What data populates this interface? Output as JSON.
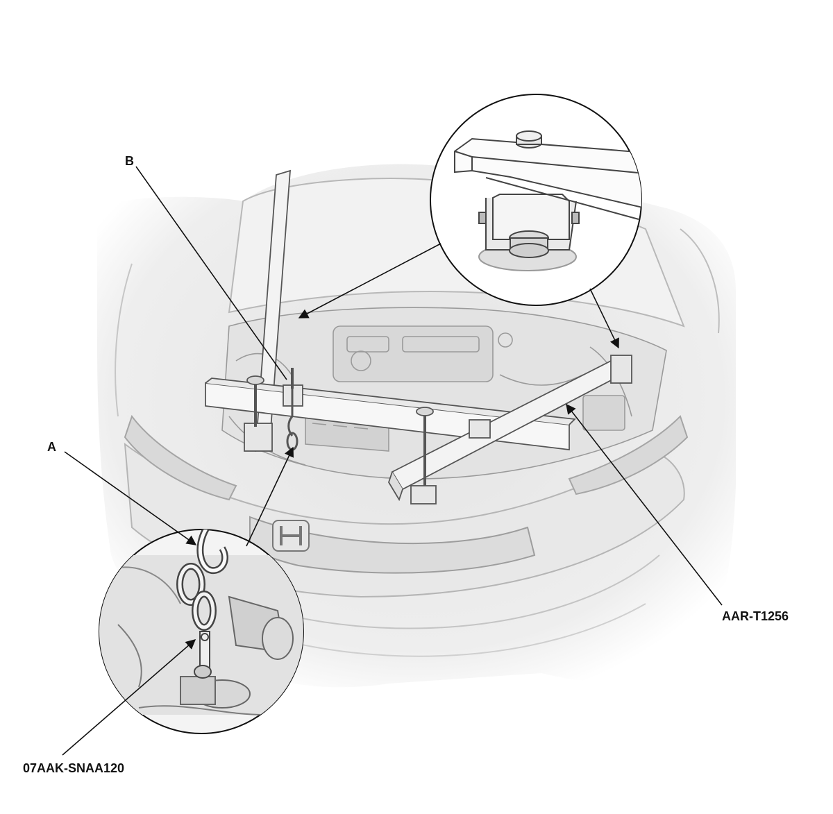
{
  "callouts": {
    "a": "A",
    "b": "B",
    "engine_support": "AAR-T1256",
    "hook_tool": "07AAK-SNAA120"
  },
  "colors": {
    "line": "#111111",
    "body_fill": "#ededed",
    "shade": "#d4d4d4",
    "detail": "#8c8c8c",
    "background": "#ffffff"
  }
}
